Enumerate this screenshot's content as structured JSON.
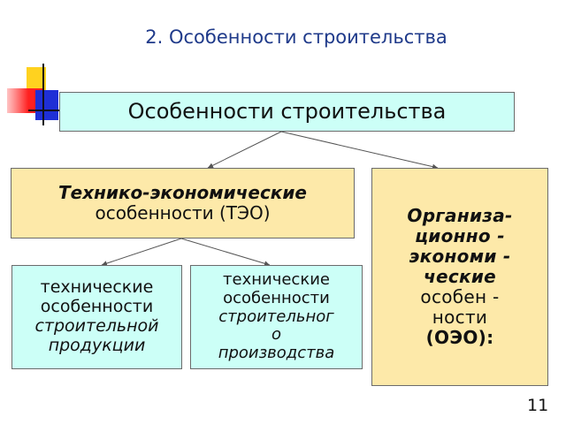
{
  "slide_title": "2. Особенности строительства",
  "root_node": {
    "text": "Особенности строительства"
  },
  "teo_node": {
    "line1": "Технико-экономические",
    "line2": "особенности (ТЭО)"
  },
  "oeo_node": {
    "line1": "Организа-",
    "line2": "ционно -",
    "line3": "экономи -",
    "line4": "ческие",
    "line5": "особен -",
    "line6": "ности",
    "line7": "(ОЭО):"
  },
  "leaf_product": {
    "line1": "технические",
    "line2": "особенности",
    "line3": "строительной",
    "line4": "продукции"
  },
  "leaf_production": {
    "line1": "технические",
    "line2": "особенности",
    "line3": "строительног",
    "line4": "о",
    "line5": "производства"
  },
  "page_number": "11",
  "colors": {
    "title": "#1f3a8a",
    "cyan_box": "#ccfff7",
    "yellow_box": "#fde9a9",
    "connector": "#555555"
  },
  "icons": [
    "color-squares-logo-icon"
  ]
}
